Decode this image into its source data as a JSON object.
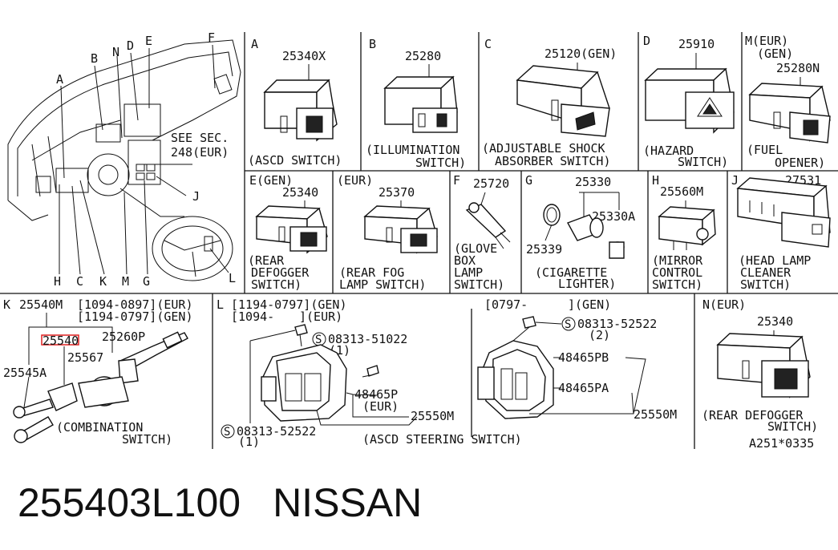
{
  "overview": {
    "letters": [
      "A",
      "B",
      "N",
      "D",
      "E",
      "F",
      "H",
      "C",
      "K",
      "M",
      "G",
      "J",
      "L"
    ],
    "see_sec": "SEE SEC.",
    "see_sec_num": "248(EUR)"
  },
  "panels": {
    "A": {
      "code": "A",
      "part": "25340X",
      "caption": [
        "(ASCD SWITCH)"
      ]
    },
    "B": {
      "code": "B",
      "part": "25280",
      "caption": [
        "(ILLUMINATION",
        "SWITCH)"
      ]
    },
    "C": {
      "code": "C",
      "part": "25120(GEN)",
      "caption": [
        "(ADJUSTABLE SHOCK",
        "ABSORBER SWITCH)"
      ]
    },
    "D": {
      "code": "D",
      "part": "25910",
      "caption": [
        "(HAZARD",
        "SWITCH)"
      ]
    },
    "M": {
      "code": "M(EUR)",
      "code2": "(GEN)",
      "part": "25280N",
      "caption": [
        "(FUEL",
        "OPENER)"
      ]
    },
    "E1": {
      "code": "E(GEN)",
      "part": "25340",
      "caption": [
        "(REAR",
        "DEFOGGER",
        "SWITCH)"
      ]
    },
    "E2": {
      "code": "(EUR)",
      "part": "25370",
      "caption": [
        "(REAR FOG",
        "LAMP SWITCH)"
      ]
    },
    "F": {
      "code": "F",
      "part": "25720",
      "caption": [
        "(GLOVE",
        "BOX",
        "LAMP",
        "SWITCH)"
      ]
    },
    "G": {
      "code": "G",
      "part": "25330",
      "part2": "25330A",
      "part3": "25339",
      "caption": [
        "(CIGARETTE",
        "LIGHTER)"
      ]
    },
    "H": {
      "code": "H",
      "part": "25560M",
      "caption": [
        "(MIRROR",
        "CONTROL",
        "SWITCH)"
      ]
    },
    "J": {
      "code": "J",
      "part": "27531",
      "caption": [
        "(HEAD LAMP",
        "CLEANER",
        "SWITCH)"
      ]
    },
    "K": {
      "code": "K",
      "part": "25540M",
      "range1": "[1094-0897](EUR)",
      "range2": "[1194-0797](GEN)",
      "highlighted": "25540",
      "p2": "25260P",
      "p3": "25567",
      "p4": "25545A",
      "caption": [
        "(COMBINATION",
        "SWITCH)"
      ]
    },
    "L": {
      "code": "L",
      "range1": "[1194-0797](GEN)",
      "range2": "[1094-",
      "range2b": "](EUR)",
      "bolt1": "08313-51022",
      "bolt1q": "(1)",
      "p1": "48465P",
      "p1b": "(EUR)",
      "p2": "25550M",
      "bolt2": "08313-52522",
      "bolt2q": "(1)",
      "range3": "[0797-",
      "range3b": "](GEN)",
      "bolt3": "08313-52522",
      "bolt3q": "(2)",
      "p3": "48465PB",
      "p4": "48465PA",
      "p5": "25550M",
      "caption": "(ASCD STEERING SWITCH)"
    },
    "N": {
      "code": "N(EUR)",
      "part": "25340",
      "caption": [
        "(REAR DEFOGGER",
        "SWITCH)"
      ],
      "ref": "A251*0335"
    }
  },
  "footer": {
    "part_number": "255403L100",
    "brand": "NISSAN"
  }
}
